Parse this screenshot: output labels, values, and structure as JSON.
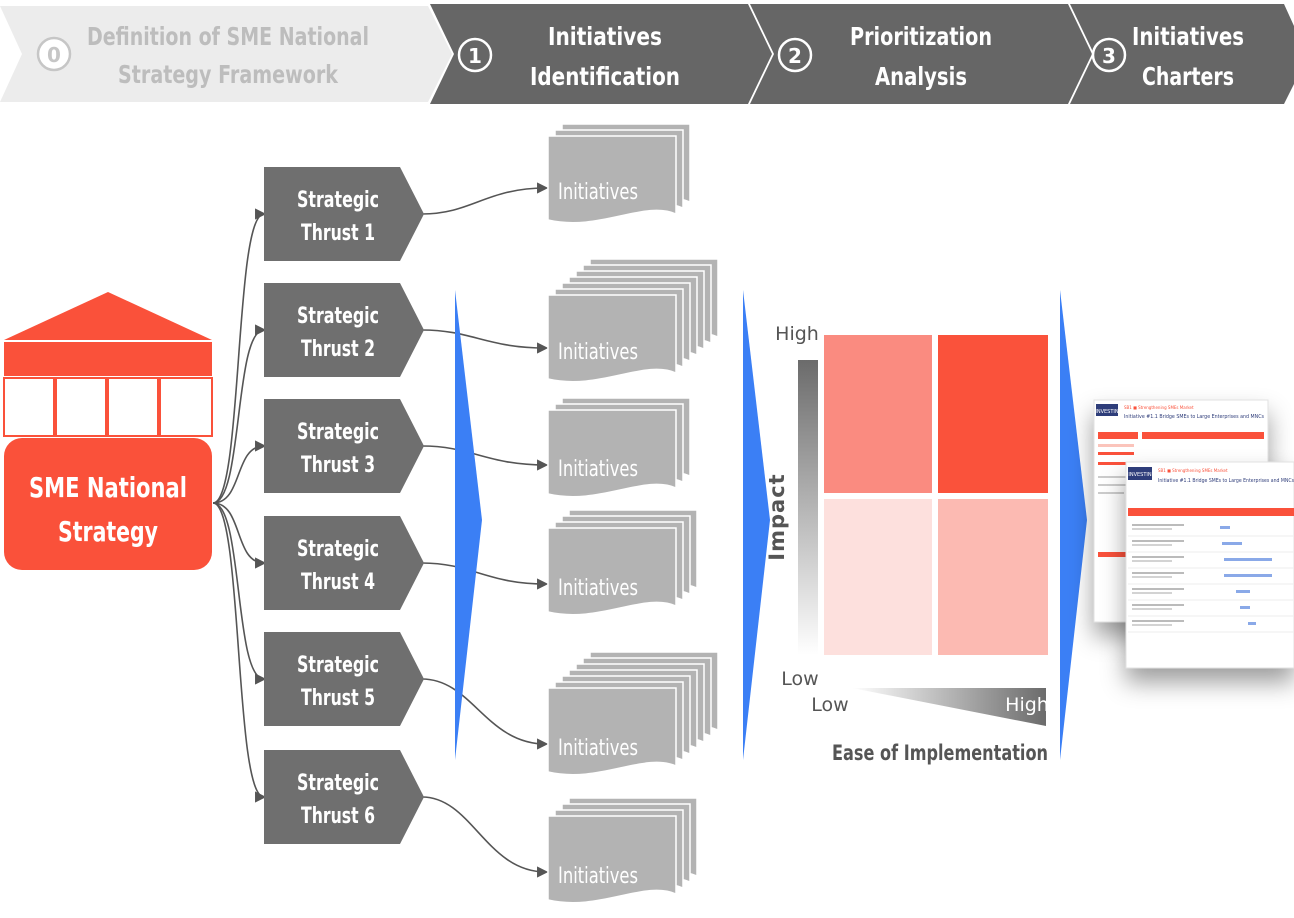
{
  "phases": [
    {
      "number": "0",
      "line1": "Definition of SME National",
      "line2": "Strategy Framework",
      "state": "inactive"
    },
    {
      "number": "1",
      "line1": "Initiatives",
      "line2": "Identification",
      "state": "active"
    },
    {
      "number": "2",
      "line1": "Prioritization",
      "line2": "Analysis",
      "state": "active"
    },
    {
      "number": "3",
      "line1": "Initiatives",
      "line2": "Charters",
      "state": "active"
    }
  ],
  "strategy": {
    "line1": "SME National",
    "line2": "Strategy"
  },
  "thrusts": [
    {
      "line1": "Strategic",
      "line2": "Thrust 1"
    },
    {
      "line1": "Strategic",
      "line2": "Thrust 2"
    },
    {
      "line1": "Strategic",
      "line2": "Thrust 3"
    },
    {
      "line1": "Strategic",
      "line2": "Thrust 4"
    },
    {
      "line1": "Strategic",
      "line2": "Thrust 5"
    },
    {
      "line1": "Strategic",
      "line2": "Thrust 6"
    }
  ],
  "initiatives_label": "Initiatives",
  "matrix": {
    "y_label": "Impact",
    "y_high": "High",
    "y_low": "Low",
    "x_label": "Ease of  Implementation",
    "x_low": "Low",
    "x_high": "High"
  },
  "charters": {
    "logo": "INVESTIN",
    "subtitle": "SB1 ■ Strengthening SMEs Market",
    "title": "Initiative #1.1 Bridge SMEs to Large Enterprises and MNCs"
  },
  "colors": {
    "header_dark": "#666666",
    "header_light": "#ececec",
    "thrust": "#6f6f6f",
    "initiative": "#b3b3b3",
    "accent_red": "#fa513a",
    "blue": "#3b7ff5",
    "quad_top_left": "#fa8b80",
    "quad_top_right": "#fa523b",
    "quad_bottom_left": "#fde0dd",
    "quad_bottom_right": "#fcbab2"
  }
}
